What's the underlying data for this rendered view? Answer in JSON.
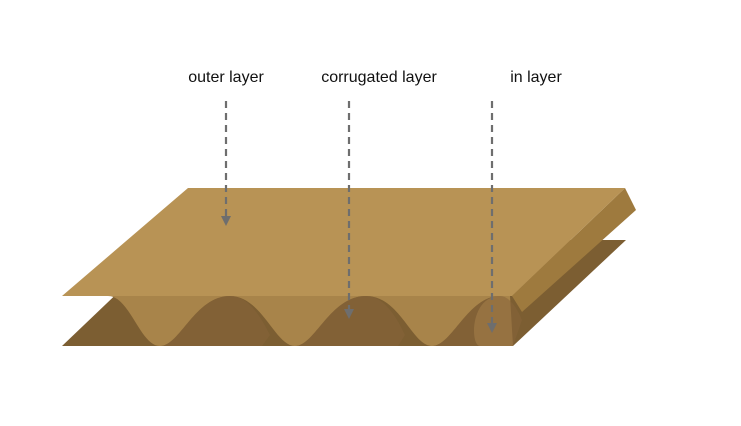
{
  "diagram": {
    "labels": {
      "outer_layer": "outer layer",
      "corrugated_layer": "corrugated layer",
      "in_layer": "in layer"
    },
    "colors": {
      "top_sheet": "#B89355",
      "top_sheet_edge": "#9E7A3E",
      "bottom_sheet": "#7C5E32",
      "corrugation_front": "#A8844A",
      "corrugation_back": "#86653A",
      "arrow": "#6E6E6E"
    }
  }
}
